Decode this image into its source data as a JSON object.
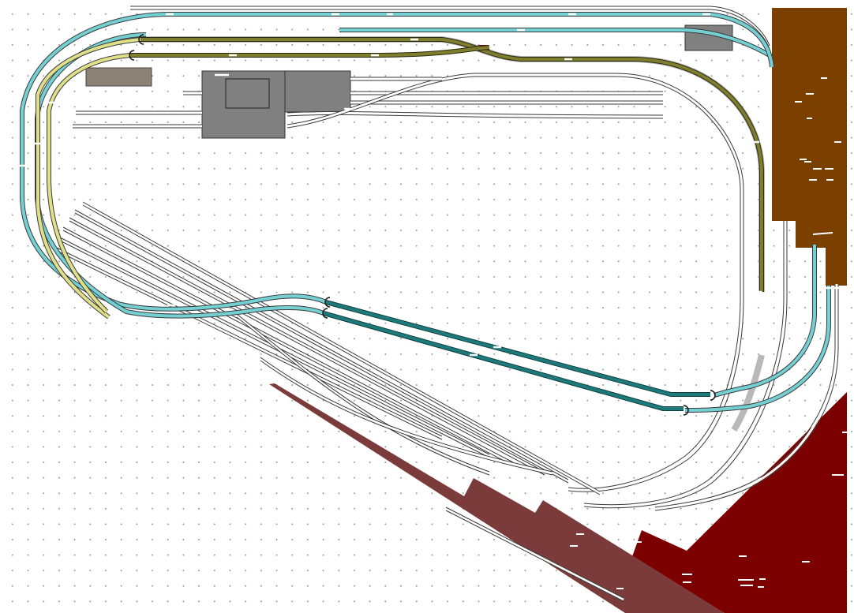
{
  "layout": {
    "zones": [
      {
        "name": "brown-scenery",
        "color": "#7b3f00"
      },
      {
        "name": "dark-red-scenery",
        "color": "#7c0000"
      },
      {
        "name": "brick-scenery",
        "color": "#7b3b3b"
      },
      {
        "name": "gray-building",
        "color": "#808080"
      },
      {
        "name": "taupe-building",
        "color": "#8c8275"
      }
    ],
    "track_colors": {
      "cyan": "#74d0d3",
      "olive": "#7f7d2e",
      "yellow": "#e0e08a",
      "teal": "#1e7a7a",
      "plain": "#ffffff",
      "gray-bed": "#b8b8b8"
    },
    "icons": [
      "track-end-bumper-icon",
      "signal-marker-icon"
    ]
  }
}
